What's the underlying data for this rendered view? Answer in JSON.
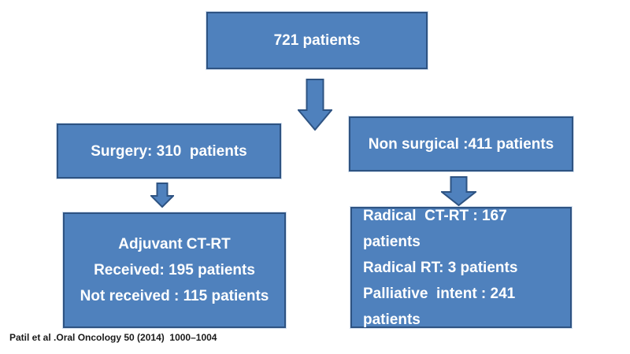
{
  "diagram": {
    "title_hint": "Patient disposition flowchart",
    "boxes": {
      "total": {
        "label": "721 patients"
      },
      "surgery": {
        "label": "Surgery: 310  patients"
      },
      "nonsurgical": {
        "label": "Non surgical :411 patients"
      },
      "adjuvant": {
        "lines": [
          "Adjuvant CT-RT",
          "Received: 195 patients",
          "Not received : 115 patients"
        ]
      },
      "radical": {
        "lines": [
          "Radical  CT-RT : 167 patients",
          "Radical RT: 3 patients",
          "Palliative  intent : 241",
          "patients"
        ]
      }
    },
    "citation": "Patil et al .Oral Oncology 50 (2014)  1000–1004",
    "colors": {
      "box_fill": "#4f81bd",
      "box_border": "#2e5382",
      "box_text": "#ffffff",
      "citation_text": "#1a1a1a",
      "background": "#ffffff"
    }
  }
}
